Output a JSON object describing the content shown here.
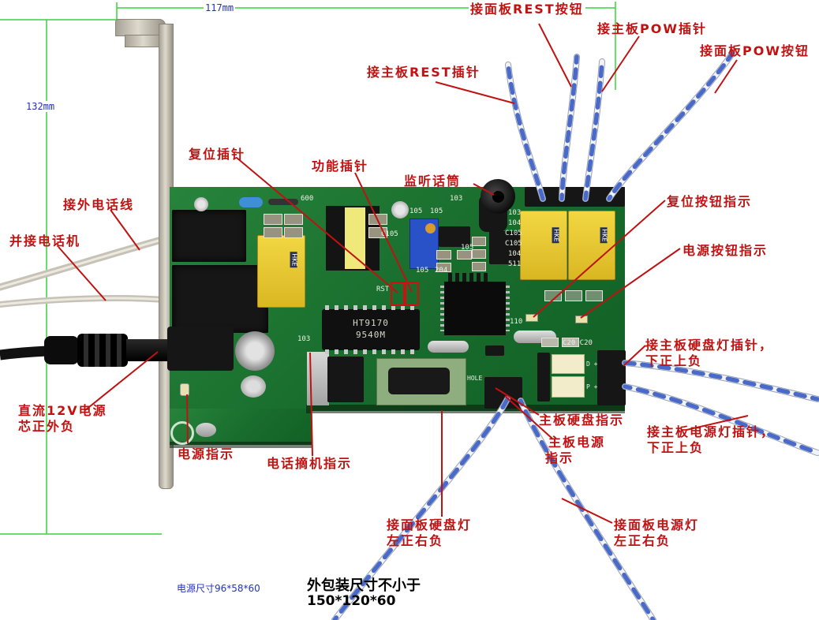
{
  "figure": {
    "description": "Annotated photo of a PC telephone-recording/control card with metal bracket, callout labels in Chinese",
    "colors": {
      "label_red": "#c11212",
      "dimension_green": "#38d438",
      "dimension_text_blue": "#2233bb",
      "pcb_green": "#1d7a2f",
      "relay_yellow": "#e7c62e",
      "wire_blue": "#4a6ac9",
      "note_black": "#000000"
    }
  },
  "dimension_labels": {
    "width": "117mm",
    "height": "132mm"
  },
  "callouts": {
    "front_rest_button": {
      "text": "接面板REST按钮"
    },
    "mb_pow_pin": {
      "text": "接主板POW插针"
    },
    "front_pow_button": {
      "text": "接面板POW按钮"
    },
    "mb_rest_pin": {
      "text": "接主板REST插针"
    },
    "reset_pin": {
      "text": "复位插针"
    },
    "function_pin": {
      "text": "功能插针"
    },
    "monitor_mic": {
      "text": "监听话筒"
    },
    "ext_phone_line": {
      "text": "接外电话线"
    },
    "parallel_phone": {
      "text": "并接电话机"
    },
    "reset_btn_indicator": {
      "text": "复位按钮指示"
    },
    "power_btn_indicator": {
      "text": "电源按钮指示"
    },
    "mb_hdd_led_pin": {
      "line1": "接主板硬盘灯插针，",
      "line2": "下正上负"
    },
    "dc_power": {
      "line1": "直流12V电源",
      "line2": "芯正外负"
    },
    "power_indicator": {
      "text": "电源指示"
    },
    "offhook_indicator": {
      "text": "电话摘机指示"
    },
    "mb_hdd_indicator": {
      "text": "主板硬盘指示"
    },
    "mb_power_indicator": {
      "line1": "主板电源",
      "line2": "指示"
    },
    "mb_power_led_pin": {
      "line1": "接主板电源灯插针，",
      "line2": "下正上负"
    },
    "front_hdd_led": {
      "line1": "接面板硬盘灯",
      "line2": "左正右负"
    },
    "front_power_led": {
      "line1": "接面板电源灯",
      "line2": "左正右负"
    }
  },
  "bottom_notes": {
    "power_size": "电源尺寸96*58*60",
    "package_min_1": "外包装尺寸不小于",
    "package_min_2": "150*120*60"
  },
  "board_silk": {
    "r600": "600",
    "v105": "105",
    "v103": "103",
    "v104": "104",
    "c105": "C105",
    "v511": "511",
    "v204": "204",
    "v110": "110",
    "rst": "RST",
    "c20": "C20 C20",
    "hole": "HOLE",
    "chip_line1": "HT9170",
    "chip_line2": "9540M",
    "relay_brand": "HKE",
    "d_pin": "D +",
    "p_pin": "P +"
  }
}
